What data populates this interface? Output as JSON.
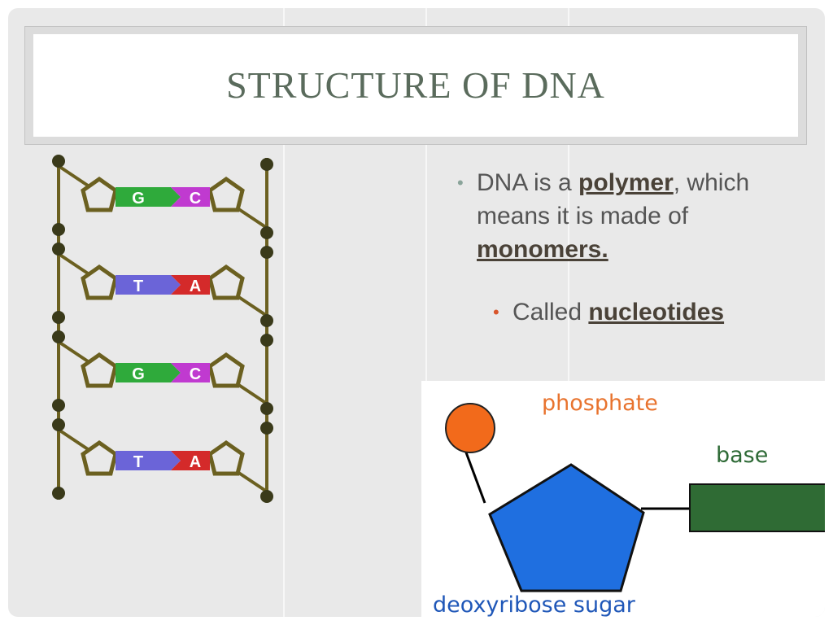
{
  "slide": {
    "title": "STRUCTURE OF DNA",
    "bullet1": {
      "text_before": "DNA is a ",
      "term1": "polymer",
      "text_middle": ", which means it is made of ",
      "term2": "monomers."
    },
    "bullet2": {
      "text_before": "Called ",
      "term": "nucleotides"
    }
  },
  "dna_diagram": {
    "base_pairs": [
      {
        "left": "G",
        "right": "C"
      },
      {
        "left": "T",
        "right": "A"
      },
      {
        "left": "G",
        "right": "C"
      },
      {
        "left": "T",
        "right": "A"
      }
    ],
    "colors": {
      "G": "#2faa3b",
      "C": "#c03ad0",
      "T": "#6b64d8",
      "A": "#d42a2a",
      "backbone": "#6b6020"
    }
  },
  "nucleotide_diagram": {
    "labels": {
      "phosphate": "phosphate",
      "base": "base",
      "sugar": "deoxyribose sugar"
    },
    "colors": {
      "phosphate": "#f26a1b",
      "base": "#2f6b34",
      "sugar": "#1f6fe0",
      "phosphate_text": "#e8732e",
      "base_text": "#2e6a36",
      "sugar_text": "#1f57b8"
    }
  }
}
